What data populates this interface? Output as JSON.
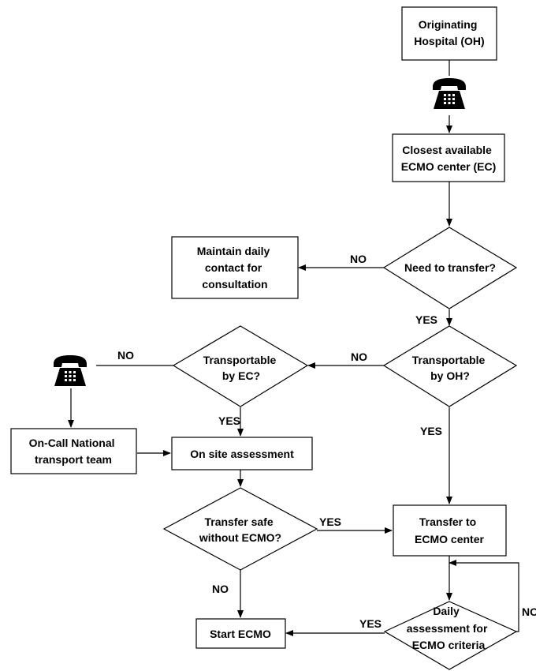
{
  "nodes": {
    "oh": {
      "lines": [
        "Originating",
        "Hospital (OH)"
      ]
    },
    "ec": {
      "lines": [
        "Closest available",
        "ECMO center (EC)"
      ]
    },
    "need_transfer": {
      "lines": [
        "Need to transfer?"
      ]
    },
    "maintain": {
      "lines": [
        "Maintain daily",
        "contact for",
        "consultation"
      ]
    },
    "transportable_oh": {
      "lines": [
        "Transportable",
        "by OH?"
      ]
    },
    "transportable_ec": {
      "lines": [
        "Transportable",
        "by EC?"
      ]
    },
    "national_team": {
      "lines": [
        "On-Call National",
        "transport team"
      ]
    },
    "onsite": {
      "lines": [
        "On site assessment"
      ]
    },
    "transfer_safe": {
      "lines": [
        "Transfer safe",
        "without ECMO?"
      ]
    },
    "transfer_center": {
      "lines": [
        "Transfer to",
        "ECMO center"
      ]
    },
    "daily_assessment": {
      "lines": [
        "Daily",
        "assessment for",
        "ECMO criteria"
      ]
    },
    "start_ecmo": {
      "lines": [
        "Start ECMO"
      ]
    }
  },
  "edge_labels": {
    "need_no": "NO",
    "need_yes": "YES",
    "oh_no": "NO",
    "oh_yes": "YES",
    "ec_no": "NO",
    "ec_yes": "YES",
    "safe_yes": "YES",
    "safe_no": "NO",
    "daily_yes": "YES",
    "daily_no": "NO"
  },
  "icons": [
    "telephone-icon",
    "telephone-icon"
  ]
}
